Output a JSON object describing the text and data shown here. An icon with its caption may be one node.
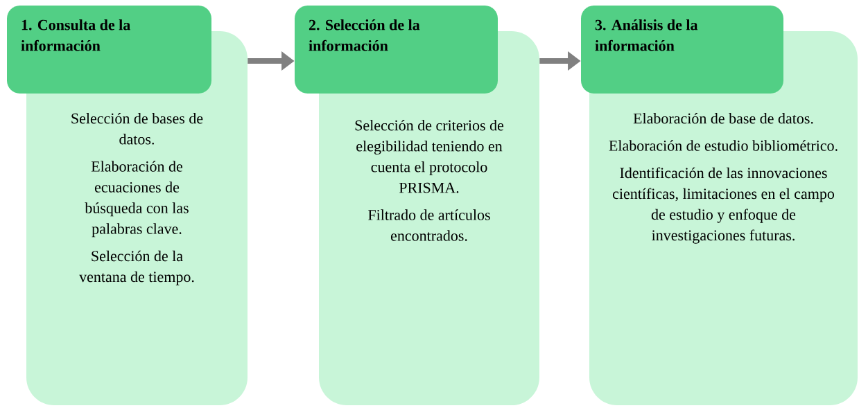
{
  "diagram": {
    "nodes": [
      {
        "text": [
          "1. Consulta de la información"
        ]
      },
      {
        "text": [
          "Selección de bases de datos.",
          "Elaboración de ecuaciones de búsqueda con las palabras clave.",
          "Selección de la ventana de tiempo."
        ]
      },
      {
        "text": [
          "2. Selección de la información"
        ]
      },
      {
        "text": [
          "Selección de criterios de elegibilidad teniendo en cuenta el protocolo PRISMA.",
          "Filtrado de artículos encontrados."
        ]
      },
      {
        "text": [
          "3. Análisis de la información"
        ]
      },
      {
        "text": [
          "Elaboración de base de datos.",
          "Elaboración de estudio bibliométrico.",
          "Identificación de las innovaciones científicas, limitaciones en el campo de estudio y enfoque de investigaciones futuras."
        ]
      }
    ],
    "edges": [
      {
        "from": 1,
        "to": 2,
        "arrow": "to"
      },
      {
        "from": 3,
        "to": 4,
        "arrow": "to"
      }
    ]
  }
}
